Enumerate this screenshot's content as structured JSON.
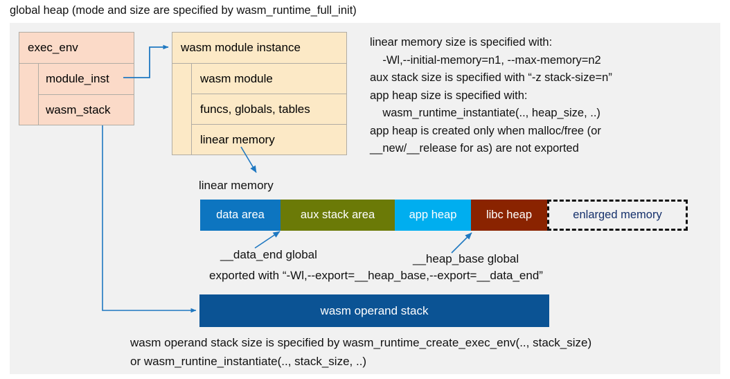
{
  "title": "global heap (mode and size are specified by wasm_runtime_full_init)",
  "exec_env": {
    "header": "exec_env",
    "rows": [
      {
        "label": "module_inst"
      },
      {
        "label": "wasm_stack"
      }
    ]
  },
  "module_instance": {
    "header": "wasm module instance",
    "rows": [
      {
        "label": "wasm module"
      },
      {
        "label": "funcs, globals, tables"
      },
      {
        "label": "linear memory"
      }
    ]
  },
  "notes": {
    "right": "linear memory size is specified with:\n    -Wl,--initial-memory=n1, --max-memory=n2\naux stack size is specified with “-z stack-size=n”\napp heap size is specified with:\n    wasm_runtime_instantiate(.., heap_size, ..)\napp heap is created only when malloc/free (or\n__new/__release for as) are not exported",
    "bottom": "wasm operand stack size is specified by wasm_runtime_create_exec_env(.., stack_size)\nor wasm_runtine_instantiate(.., stack_size, ..)"
  },
  "linear_memory": {
    "label": "linear memory",
    "segments": [
      {
        "name": "data area",
        "color": "#0d75c0",
        "text_color": "#ffffff"
      },
      {
        "name": "aux stack area",
        "color": "#6b7a07",
        "text_color": "#ffffff"
      },
      {
        "name": "app heap",
        "color": "#00aeef",
        "text_color": "#ffffff"
      },
      {
        "name": "libc heap",
        "color": "#8a2300",
        "text_color": "#ffffff"
      },
      {
        "name": "enlarged memory",
        "color": "transparent",
        "text_color": "#15306b"
      }
    ]
  },
  "annotations": {
    "data_end": "__data_end global",
    "heap_base": "__heap_base global",
    "exported": "exported with “-Wl,--export=__heap_base,--export=__data_end”"
  },
  "operand_stack": {
    "label": "wasm operand stack"
  },
  "colors": {
    "panel_background": "#f1f1f1",
    "exec_env_fill": "#fbdac8",
    "module_instance_fill": "#fce9c6",
    "operand_stack_fill": "#0b5394",
    "connector": "#1f78c1",
    "box_border": "#b0aca4"
  }
}
